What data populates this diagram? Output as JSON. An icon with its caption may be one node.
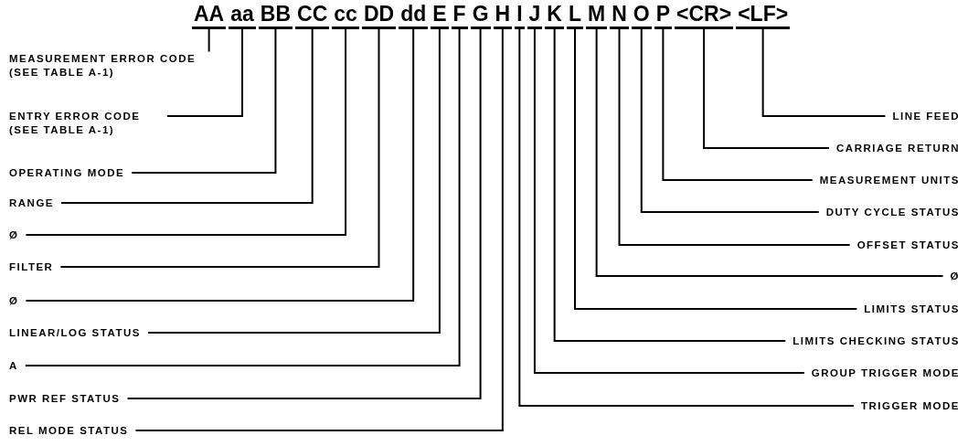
{
  "diagram": {
    "nodes": [
      {
        "text": [
          "AA"
        ]
      },
      {
        "text": [
          "aa"
        ]
      },
      {
        "text": [
          "BB"
        ]
      },
      {
        "text": [
          "CC"
        ]
      },
      {
        "text": [
          "cc"
        ]
      },
      {
        "text": [
          "DD"
        ]
      },
      {
        "text": [
          "dd"
        ]
      },
      {
        "text": [
          "E"
        ]
      },
      {
        "text": [
          "F"
        ]
      },
      {
        "text": [
          "G"
        ]
      },
      {
        "text": [
          "H"
        ]
      },
      {
        "text": [
          "I"
        ]
      },
      {
        "text": [
          "J"
        ]
      },
      {
        "text": [
          "K"
        ]
      },
      {
        "text": [
          "L"
        ]
      },
      {
        "text": [
          "M"
        ]
      },
      {
        "text": [
          "N"
        ]
      },
      {
        "text": [
          "O"
        ]
      },
      {
        "text": [
          "P"
        ]
      },
      {
        "text": [
          "<CR>"
        ]
      },
      {
        "text": [
          "<LF>"
        ]
      },
      {
        "text": [
          "MEASUREMENT ERROR CODE (SEE TABLE A-1)"
        ]
      },
      {
        "text": [
          "ENTRY ERROR CODE (SEE TABLE A-1)"
        ]
      },
      {
        "text": [
          "OPERATING MODE"
        ]
      },
      {
        "text": [
          "RANGE"
        ]
      },
      {
        "text": [
          "Ø"
        ]
      },
      {
        "text": [
          "FILTER"
        ]
      },
      {
        "text": [
          "Ø"
        ]
      },
      {
        "text": [
          "LINEAR/LOG STATUS"
        ]
      },
      {
        "text": [
          "A"
        ]
      },
      {
        "text": [
          "PWR REF STATUS"
        ]
      },
      {
        "text": [
          "REL MODE STATUS"
        ]
      },
      {
        "text": [
          "LINE FEED"
        ]
      },
      {
        "text": [
          "CARRIAGE RETURN"
        ]
      },
      {
        "text": [
          "MEASUREMENT UNITS"
        ]
      },
      {
        "text": [
          "DUTY CYCLE STATUS"
        ]
      },
      {
        "text": [
          "OFFSET STATUS"
        ]
      },
      {
        "text": [
          "Ø"
        ]
      },
      {
        "text": [
          "LIMITS STATUS"
        ]
      },
      {
        "text": [
          "LIMITS CHECKING STATUS"
        ]
      },
      {
        "text": [
          "GROUP TRIGGER MODE"
        ]
      },
      {
        "text": [
          "TRIGGER MODE"
        ]
      }
    ],
    "edges": [
      {
        "from": 21,
        "to": 0,
        "arrow": "none"
      },
      {
        "from": 22,
        "to": 1,
        "arrow": "none"
      },
      {
        "from": 23,
        "to": 2,
        "arrow": "none"
      },
      {
        "from": 24,
        "to": 3,
        "arrow": "none"
      },
      {
        "from": 25,
        "to": 4,
        "arrow": "none"
      },
      {
        "from": 26,
        "to": 5,
        "arrow": "none"
      },
      {
        "from": 27,
        "to": 6,
        "arrow": "none"
      },
      {
        "from": 28,
        "to": 7,
        "arrow": "none"
      },
      {
        "from": 29,
        "to": 8,
        "arrow": "none"
      },
      {
        "from": 30,
        "to": 9,
        "arrow": "none"
      },
      {
        "from": 31,
        "to": 10,
        "arrow": "none"
      },
      {
        "from": 32,
        "to": 20,
        "arrow": "none"
      },
      {
        "from": 33,
        "to": 19,
        "arrow": "none"
      },
      {
        "from": 34,
        "to": 18,
        "arrow": "none"
      },
      {
        "from": 35,
        "to": 17,
        "arrow": "none"
      },
      {
        "from": 36,
        "to": 16,
        "arrow": "none"
      },
      {
        "from": 37,
        "to": 15,
        "arrow": "none"
      },
      {
        "from": 38,
        "to": 14,
        "arrow": "none"
      },
      {
        "from": 39,
        "to": 13,
        "arrow": "none"
      },
      {
        "from": 40,
        "to": 12,
        "arrow": "none"
      },
      {
        "from": 41,
        "to": 11,
        "arrow": "none"
      }
    ]
  }
}
